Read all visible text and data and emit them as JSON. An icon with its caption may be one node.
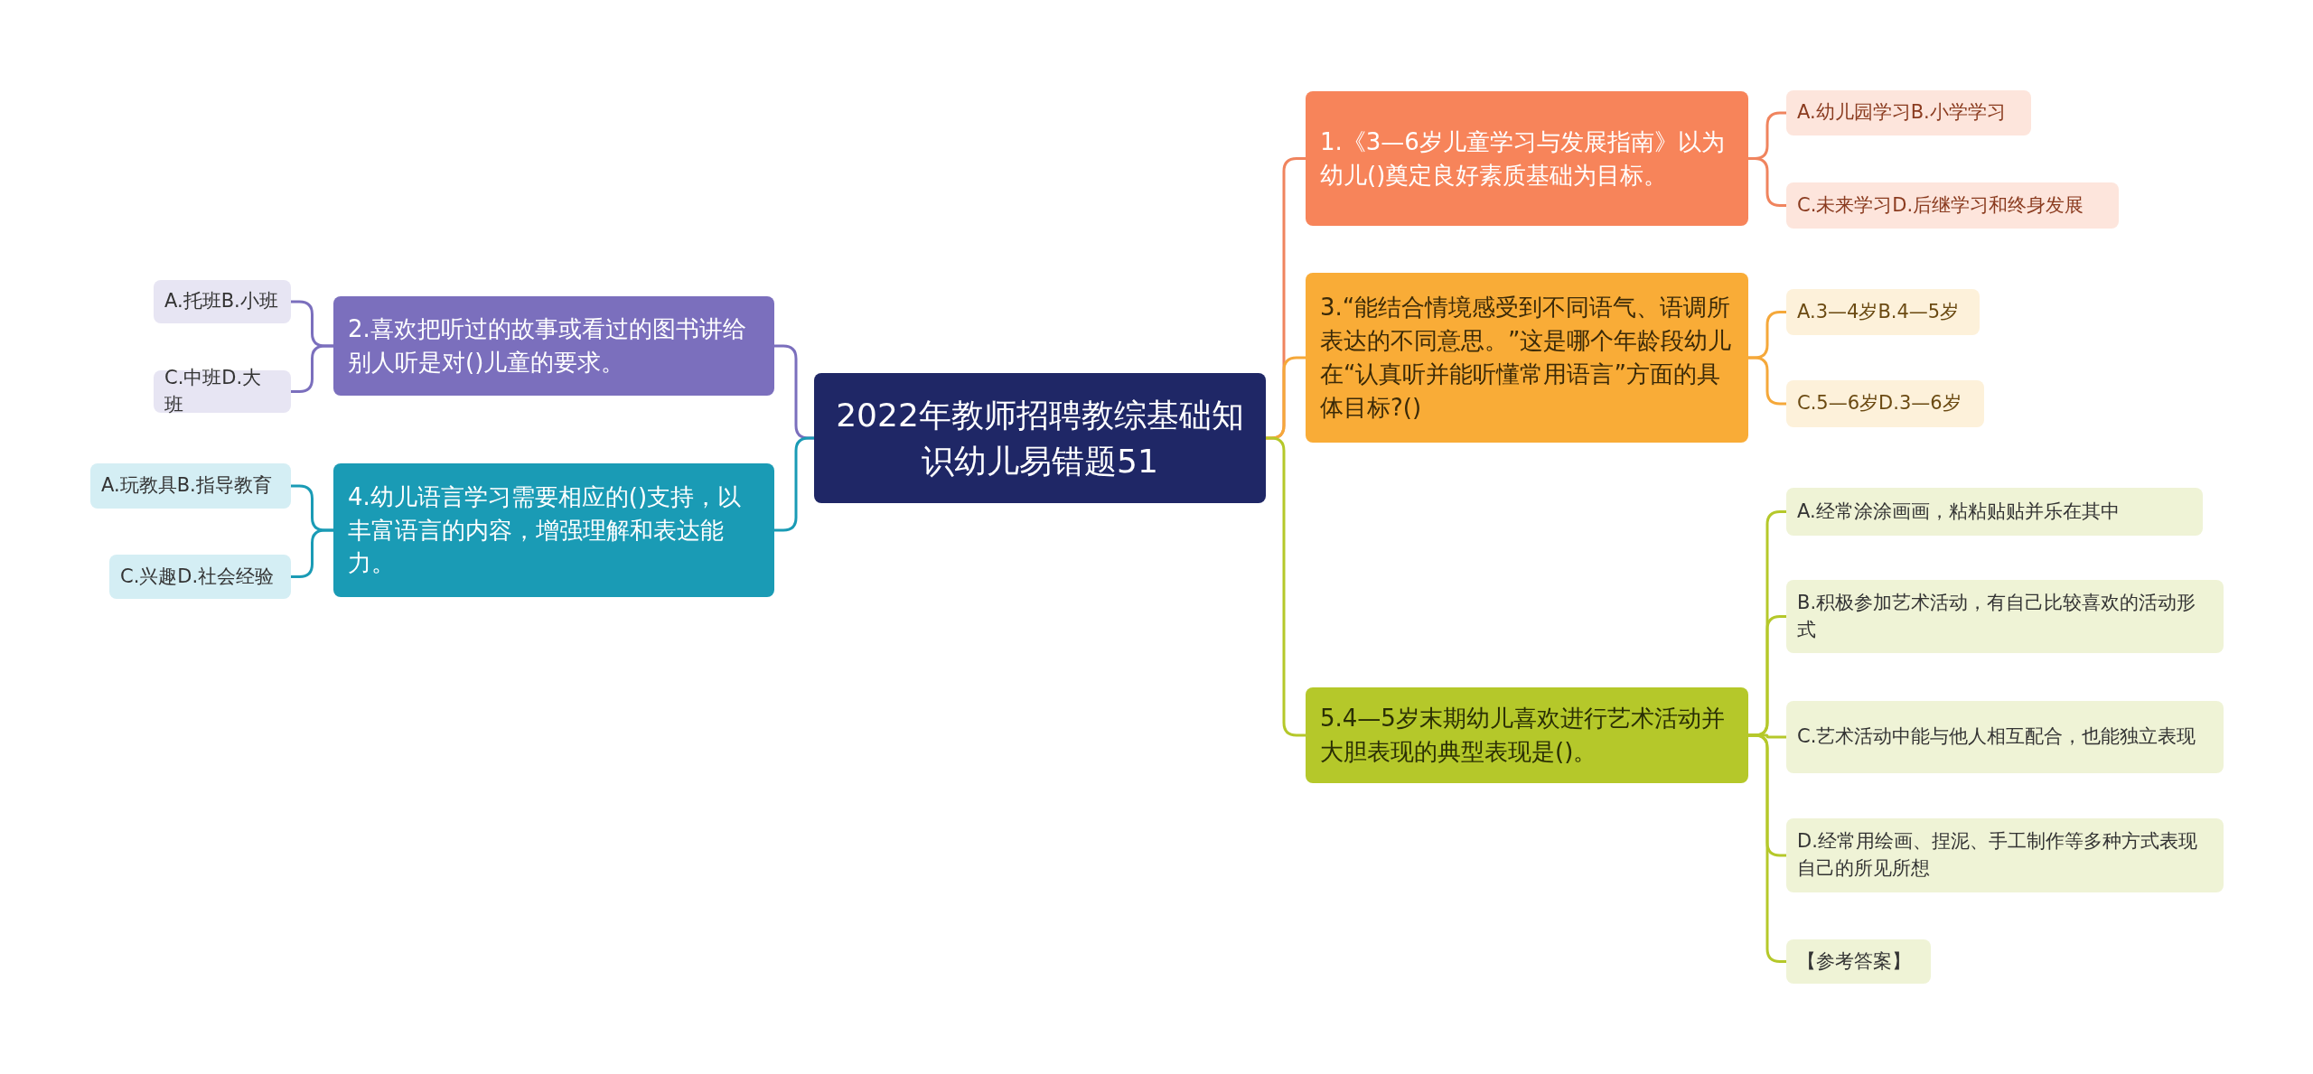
{
  "diagram": {
    "nodes": [
      {
        "text": [
          "2022年教师招聘教综基础知识幼儿易错题51"
        ]
      },
      {
        "text": [
          "1.《3—6岁儿童学习与发展指南》以为幼儿()奠定良好素质基础为目标。"
        ]
      },
      {
        "text": [
          "A.幼儿园学习B.小学学习"
        ]
      },
      {
        "text": [
          "C.未来学习D.后继学习和终身发展"
        ]
      },
      {
        "text": [
          "2.喜欢把听过的故事或看过的图书讲给别人听是对()儿童的要求。"
        ]
      },
      {
        "text": [
          "A.托班B.小班"
        ]
      },
      {
        "text": [
          "C.中班D.大班"
        ]
      },
      {
        "text": [
          "3.“能结合情境感受到不同语气、语调所表达的不同意思。”这是哪个年龄段幼儿在“认真听并能听懂常用语言”方面的具体目标?()"
        ]
      },
      {
        "text": [
          "A.3—4岁B.4—5岁"
        ]
      },
      {
        "text": [
          "C.5—6岁D.3—6岁"
        ]
      },
      {
        "text": [
          "4.幼儿语言学习需要相应的()支持，以丰富语言的内容，增强理解和表达能力。"
        ]
      },
      {
        "text": [
          "A.玩教具B.指导教育"
        ]
      },
      {
        "text": [
          "C.兴趣D.社会经验"
        ]
      },
      {
        "text": [
          "5.4—5岁末期幼儿喜欢进行艺术活动并大胆表现的典型表现是()。"
        ]
      },
      {
        "text": [
          "A.经常涂涂画画，粘粘贴贴并乐在其中"
        ]
      },
      {
        "text": [
          "B.积极参加艺术活动，有自己比较喜欢的活动形式"
        ]
      },
      {
        "text": [
          "C.艺术活动中能与他人相互配合，也能独立表现"
        ]
      },
      {
        "text": [
          "D.经常用绘画、捏泥、手工制作等多种方式表现自己的所见所想"
        ]
      },
      {
        "text": [
          "【参考答案】"
        ]
      }
    ],
    "edges": [
      {
        "from": 0,
        "to": 1,
        "arrow": "none",
        "color": "#f0845e"
      },
      {
        "from": 1,
        "to": 2,
        "arrow": "none",
        "color": "#f0845e"
      },
      {
        "from": 1,
        "to": 3,
        "arrow": "none",
        "color": "#f0845e"
      },
      {
        "from": 0,
        "to": 4,
        "arrow": "none",
        "color": "#7b6fbd"
      },
      {
        "from": 4,
        "to": 5,
        "arrow": "none",
        "color": "#7b6fbd"
      },
      {
        "from": 4,
        "to": 6,
        "arrow": "none",
        "color": "#7b6fbd"
      },
      {
        "from": 0,
        "to": 7,
        "arrow": "none",
        "color": "#f5a83a"
      },
      {
        "from": 7,
        "to": 8,
        "arrow": "none",
        "color": "#f5a83a"
      },
      {
        "from": 7,
        "to": 9,
        "arrow": "none",
        "color": "#f5a83a"
      },
      {
        "from": 0,
        "to": 10,
        "arrow": "none",
        "color": "#1a9bb5"
      },
      {
        "from": 10,
        "to": 11,
        "arrow": "none",
        "color": "#1a9bb5"
      },
      {
        "from": 10,
        "to": 12,
        "arrow": "none",
        "color": "#1a9bb5"
      },
      {
        "from": 0,
        "to": 13,
        "arrow": "none",
        "color": "#b5c82a"
      },
      {
        "from": 13,
        "to": 14,
        "arrow": "none",
        "color": "#b5c82a"
      },
      {
        "from": 13,
        "to": 15,
        "arrow": "none",
        "color": "#b5c82a"
      },
      {
        "from": 13,
        "to": 16,
        "arrow": "none",
        "color": "#b5c82a"
      },
      {
        "from": 13,
        "to": 17,
        "arrow": "none",
        "color": "#b5c82a"
      },
      {
        "from": 13,
        "to": 18,
        "arrow": "none",
        "color": "#b5c82a"
      }
    ]
  }
}
